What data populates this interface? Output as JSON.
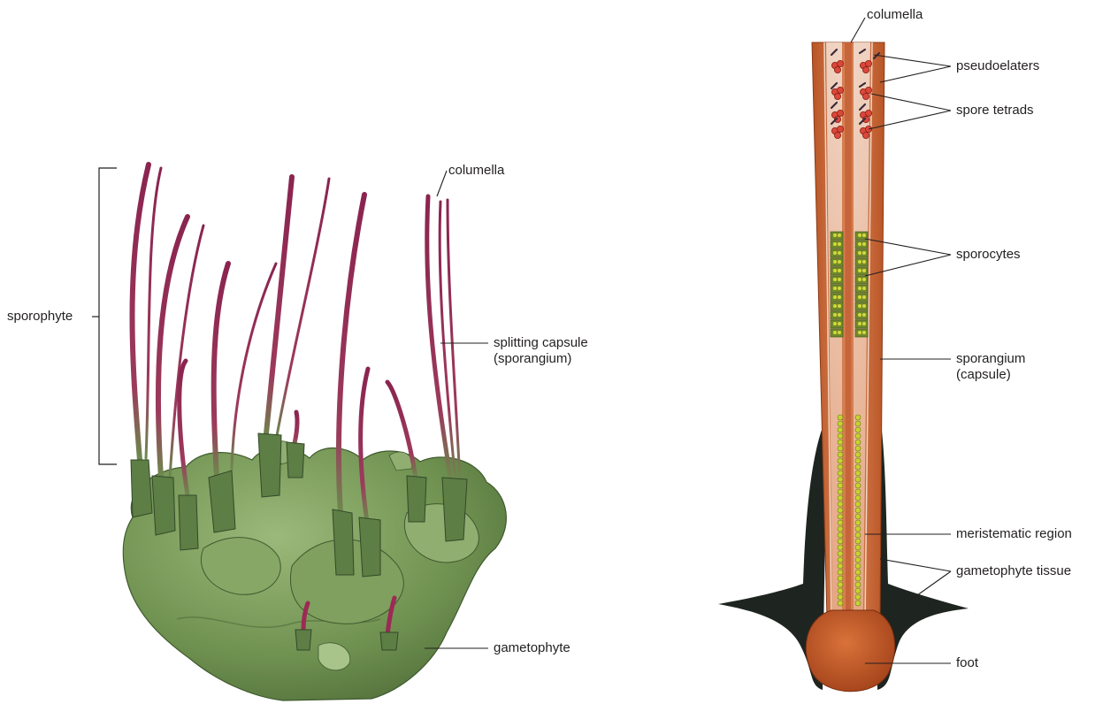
{
  "left_panel": {
    "labels": {
      "columella": "columella",
      "sporophyte": "sporophyte",
      "splitting_capsule": "splitting capsule (sporangium)",
      "gametophyte": "gametophyte"
    }
  },
  "right_panel": {
    "labels": {
      "columella": "columella",
      "pseudoelaters": "pseudoelaters",
      "spore_tetrads": "spore tetrads",
      "sporocytes": "sporocytes",
      "sporangium": "sporangium (capsule)",
      "meristematic_region": "meristematic region",
      "gametophyte_tissue": "gametophyte tissue",
      "foot": "foot"
    }
  },
  "colors": {
    "gametophyte_green": "#6e8f4f",
    "gametophyte_dark": "#3f5a2e",
    "sporophyte_magenta": "#8e2a55",
    "capsule_orange": "#c96a3a",
    "capsule_light": "#f0c9b0",
    "sporocyte_green": "#6f8a2c",
    "meristem_yellow": "#c9d230",
    "tissue_black": "#1e2420",
    "foot_orange": "#c8622d",
    "label_line": "#231f20"
  }
}
